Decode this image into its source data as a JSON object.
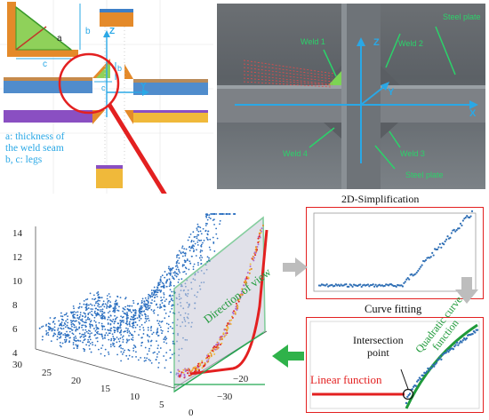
{
  "top_left": {
    "legend_line1": "a: thickness of",
    "legend_line2": "the weld seam",
    "legend_line3": "b, c: legs",
    "label_a": "a",
    "label_b_top": "b",
    "label_c_top": "c",
    "label_b_zoom": "b",
    "label_c_zoom": "c",
    "axis_z": "Z",
    "axis_y": "Y"
  },
  "photo": {
    "weld1": "Weld 1",
    "weld2": "Weld 2",
    "weld3": "Weld 3",
    "weld4": "Weld 4",
    "steel_top": "Steel plate",
    "steel_bottom": "Steel plate",
    "axis_z": "Z",
    "axis_y": "Y",
    "axis_x": "X",
    "colors": {
      "label": "#2bd36a",
      "axis": "#2aa8e6"
    }
  },
  "simplification": {
    "title": "2D-Simplification"
  },
  "curve_fitting": {
    "title": "Curve fitting",
    "intersection_line1": "Intersection",
    "intersection_line2": "point",
    "linear": "Linear function",
    "quadratic_line1": "Quadratic curve",
    "quadratic_line2": "function"
  },
  "plot3d": {
    "direction": "Direction of view",
    "z_ticks": [
      "14",
      "12",
      "10",
      "8",
      "6",
      "4"
    ],
    "x_ticks": [
      "30",
      "25",
      "20",
      "15",
      "10",
      "5",
      "0"
    ],
    "y_ticks": [
      "−20",
      "−30"
    ]
  }
}
